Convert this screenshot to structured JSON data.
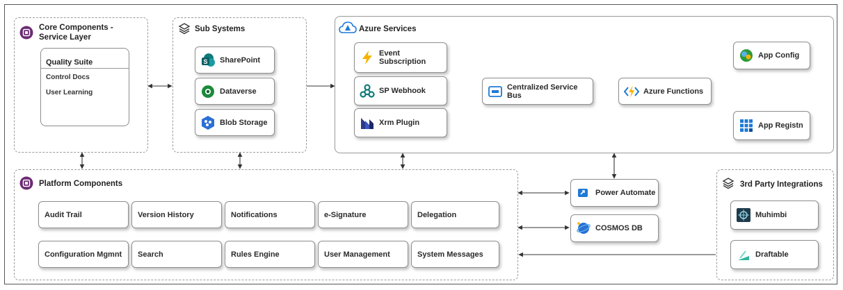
{
  "groups": {
    "core": {
      "title_line1": "Core Components -",
      "title_line2": "Service Layer"
    },
    "sub": {
      "title": "Sub Systems"
    },
    "azure": {
      "title": "Azure Services"
    },
    "platform": {
      "title": "Platform Components"
    },
    "third": {
      "title": "3rd Party Integrations"
    }
  },
  "quality_suite": {
    "title": "Quality Suite",
    "items": [
      "Control Docs",
      "User Learning"
    ]
  },
  "subsystems": [
    "SharePoint",
    "Dataverse",
    "Blob Storage"
  ],
  "azure": {
    "sources": [
      "Event Subscription",
      "SP Webhook",
      "Xrm Plugin"
    ],
    "bus": "Centralized Service Bus",
    "functions": "Azure Functions",
    "config": [
      "App Config",
      "App Registn"
    ]
  },
  "platform_items": [
    "Audit Trail",
    "Version History",
    "Notifications",
    "e-Signature",
    "Delegation",
    "Configuration Mgmnt",
    "Search",
    "Rules Engine",
    "User Management",
    "System Messages"
  ],
  "middle": {
    "power_automate": "Power Automate",
    "cosmos": "COSMOS DB"
  },
  "third_party": [
    "Muhimbi",
    "Draftable"
  ],
  "colors": {
    "group_icon": "#6b2c73",
    "lightning": "#f5b400",
    "sharepoint": "#0f7b7b",
    "dataverse": "#1a8a3a",
    "blob": "#2b6fd6",
    "azure": "#1e7ad6",
    "xrm": "#2b3a8c",
    "config": "#2b9a3a"
  }
}
